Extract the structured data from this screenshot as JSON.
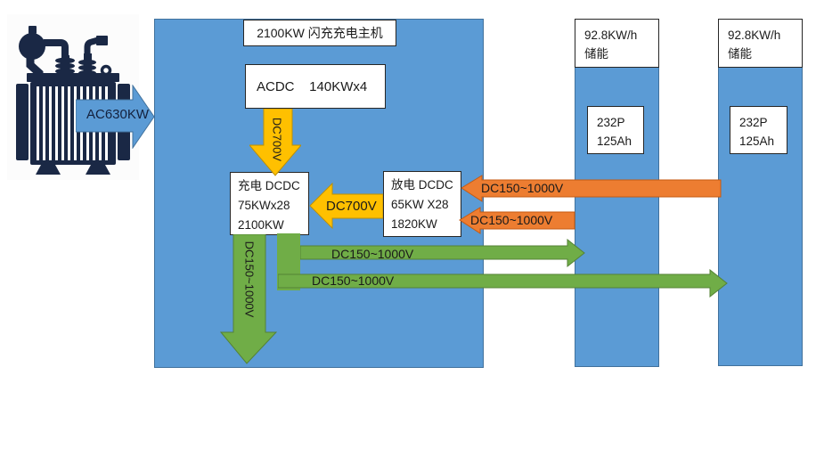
{
  "colors": {
    "blue": "#5B9BD5",
    "blue_border": "#41719C",
    "yellow": "#FFC000",
    "yellow_border": "#BF9000",
    "orange": "#ED7D31",
    "orange_border": "#C55A11",
    "green": "#70AD47",
    "green_border": "#548235",
    "navy": "#1A2845",
    "ink": "#1A1A1A"
  },
  "input": {
    "arrow_label": "AC630KW"
  },
  "main_unit": {
    "title": "2100KW 闪充充电主机",
    "acdc_label": "ACDC    140KWx4",
    "charge_dcdc": {
      "name": "充电 DCDC",
      "spec": "75KWx28",
      "power": "2100KW"
    },
    "discharge_dcdc": {
      "name": "放电 DCDC",
      "spec": "65KW X28",
      "power": "1820KW"
    }
  },
  "flows": {
    "acdc_to_charge": "DC700V",
    "discharge_to_charge": "DC700V",
    "storage2_to_discharge": "DC150~1000V",
    "storage1_to_discharge": "DC150~1000V",
    "charge_to_storage1": "DC150~1000V",
    "charge_to_storage2": "DC150~1000V",
    "dc_output": "DC150~1000V"
  },
  "storage_units": [
    {
      "capacity": "92.8KW/h",
      "type": "储能",
      "battery_config": "232P",
      "battery_capacity": "125Ah"
    },
    {
      "capacity": "92.8KW/h",
      "type": "储能",
      "battery_config": "232P",
      "battery_capacity": "125Ah"
    }
  ]
}
